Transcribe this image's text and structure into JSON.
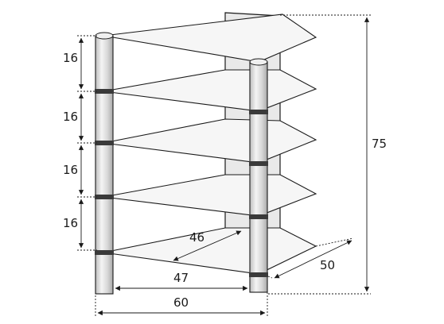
{
  "diagram": {
    "subject": "Five-shelf glass AV rack with dimensions",
    "dimensions": {
      "shelf_gap_1": "16",
      "shelf_gap_2": "16",
      "shelf_gap_3": "16",
      "shelf_gap_4": "16",
      "total_height": "75",
      "inner_depth": "46",
      "depth": "50",
      "inner_width": "47",
      "width": "60"
    }
  },
  "colors": {
    "line": "#1a1a1a",
    "glass": "#f6f6f6",
    "pole": "#e4e4e4",
    "panel": "#e9e9e9"
  }
}
